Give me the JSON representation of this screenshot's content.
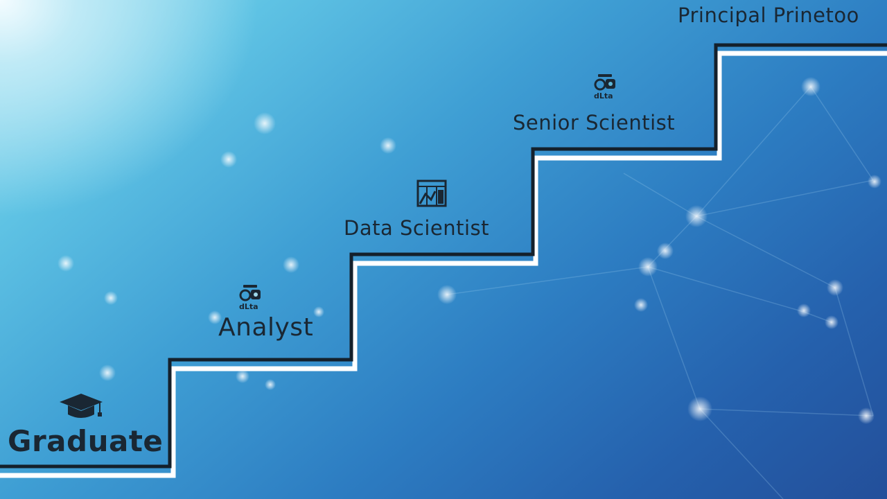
{
  "steps": [
    {
      "label": "Graduate",
      "icon": "graduation-cap-icon"
    },
    {
      "label": "Analyst",
      "icon": "data-analysis-icon"
    },
    {
      "label": "Data Scientist",
      "icon": "lab-report-icon"
    },
    {
      "label": "Senior Scientist",
      "icon": "data-analysis-icon"
    },
    {
      "label": "Principal Prinetoo"
    }
  ],
  "colors": {
    "stair_line": "#14202b",
    "stair_highlight": "#ffffff",
    "label_text": "#1a2733"
  }
}
